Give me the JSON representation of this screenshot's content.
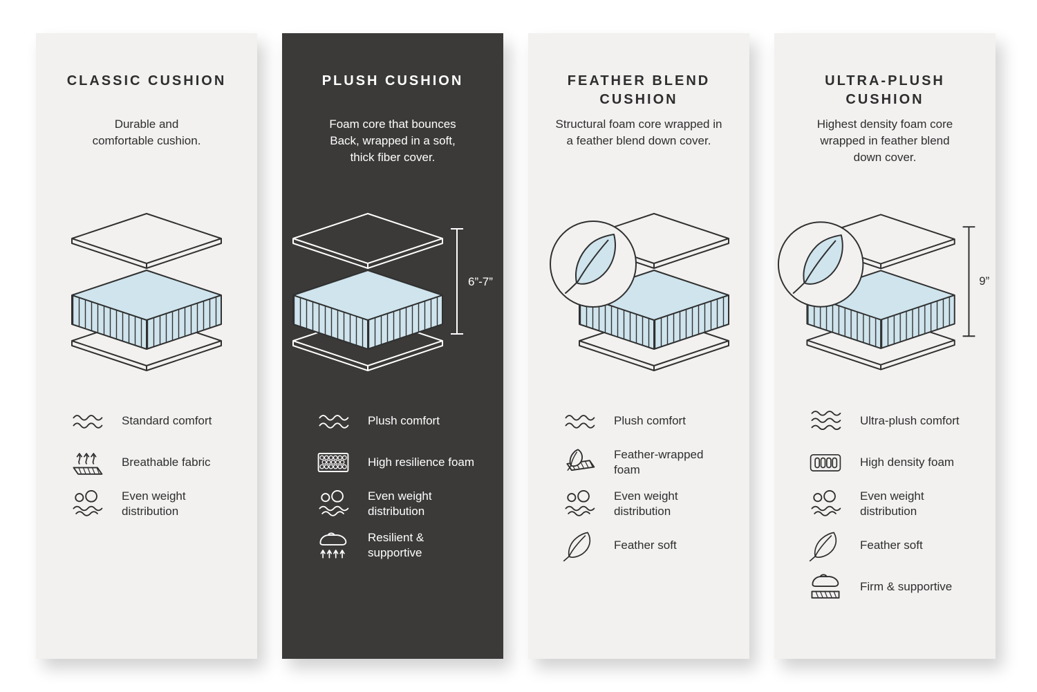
{
  "colors": {
    "page_bg": "#ffffff",
    "card_light_bg": "#f2f1f0",
    "card_dark_bg": "#3b3a39",
    "text_dark": "#2e2e2e",
    "text_light": "#ffffff",
    "foam_blue": "#cfe4ed",
    "stroke_dark": "#303030",
    "stroke_light": "#ffffff"
  },
  "cards": [
    {
      "id": "classic-cushion",
      "theme": "light",
      "title": "CLASSIC CUSHION",
      "description": "Durable and\ncomfortable cushion.",
      "diagram": {
        "feather_badge": false,
        "measurement": null
      },
      "features": [
        {
          "icon": "wave-comfort-icon",
          "label": "Standard comfort"
        },
        {
          "icon": "breathable-fabric-icon",
          "label": "Breathable fabric"
        },
        {
          "icon": "even-weight-icon",
          "label": "Even weight distribution"
        }
      ]
    },
    {
      "id": "plush-cushion",
      "theme": "dark",
      "title": "PLUSH CUSHION",
      "description": "Foam core that bounces\nBack, wrapped in a soft,\nthick fiber cover.",
      "diagram": {
        "feather_badge": false,
        "measurement": "6”-7”"
      },
      "features": [
        {
          "icon": "wave-comfort-icon",
          "label": "Plush comfort"
        },
        {
          "icon": "high-resilience-foam-icon",
          "label": "High resilience foam"
        },
        {
          "icon": "even-weight-icon",
          "label": "Even weight distribution"
        },
        {
          "icon": "resilient-supportive-icon",
          "label": "Resilient & supportive"
        }
      ]
    },
    {
      "id": "feather-blend-cushion",
      "theme": "light",
      "title": "FEATHER BLEND\nCUSHION",
      "description": "Structural foam core wrapped in\na feather blend down cover.",
      "diagram": {
        "feather_badge": true,
        "measurement": null
      },
      "features": [
        {
          "icon": "wave-comfort-icon",
          "label": "Plush comfort"
        },
        {
          "icon": "feather-wrapped-foam-icon",
          "label": "Feather-wrapped foam"
        },
        {
          "icon": "even-weight-icon",
          "label": "Even weight distribution"
        },
        {
          "icon": "feather-icon",
          "label": "Feather soft"
        }
      ]
    },
    {
      "id": "ultra-plush-cushion",
      "theme": "light",
      "title": "ULTRA-PLUSH\nCUSHION",
      "description": "Highest density foam core\nwrapped in feather blend\ndown cover.",
      "diagram": {
        "feather_badge": true,
        "measurement": "9”"
      },
      "features": [
        {
          "icon": "wave-comfort-icon",
          "label": "Ultra-plush comfort"
        },
        {
          "icon": "high-density-foam-icon",
          "label": "High density foam"
        },
        {
          "icon": "even-weight-icon",
          "label": "Even weight distribution"
        },
        {
          "icon": "feather-icon",
          "label": "Feather soft"
        },
        {
          "icon": "firm-supportive-icon",
          "label": "Firm & supportive"
        }
      ]
    }
  ]
}
